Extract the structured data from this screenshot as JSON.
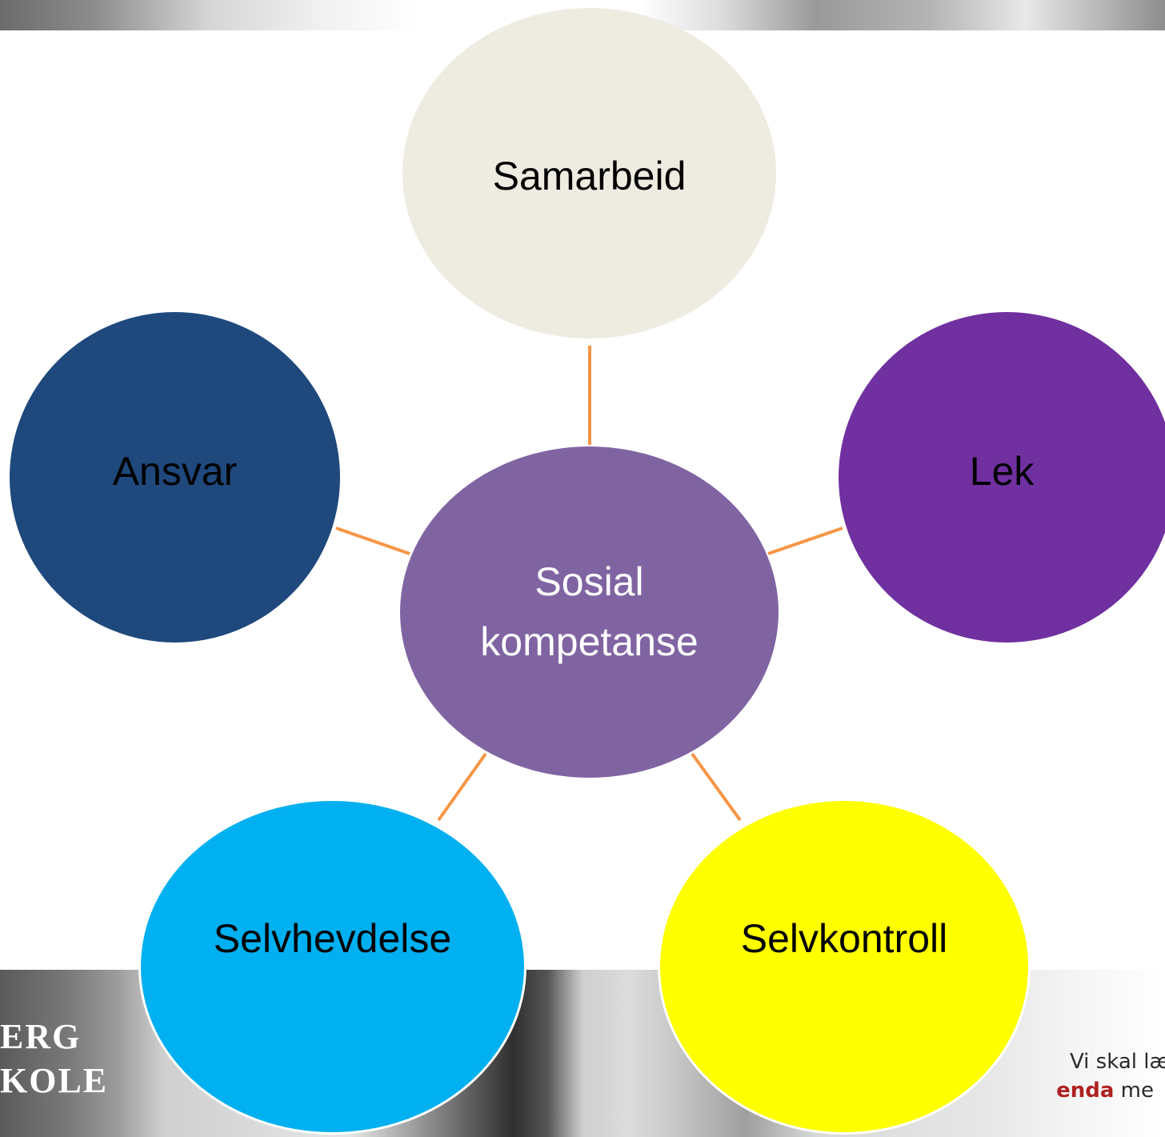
{
  "center": {
    "label": "Sosial kompetanse",
    "color": "#8064a2"
  },
  "nodes": {
    "top": {
      "label": "Samarbeid",
      "color": "#eeece1"
    },
    "left": {
      "label": "Ansvar",
      "color": "#1f497d"
    },
    "right": {
      "label": "Lek",
      "color": "#7030a0"
    },
    "bottom_left": {
      "label": "Selvhevdelse",
      "color": "#00b0f0"
    },
    "bottom_right": {
      "label": "Selvkontroll",
      "color": "#ffff00"
    }
  },
  "connector_color": "#f79646",
  "footer": {
    "logo_line1": "ERG",
    "logo_line2": "KOLE",
    "slogan_line1": "Vi skal læ",
    "slogan_line2_accent": "enda",
    "slogan_line2_rest": " me"
  }
}
